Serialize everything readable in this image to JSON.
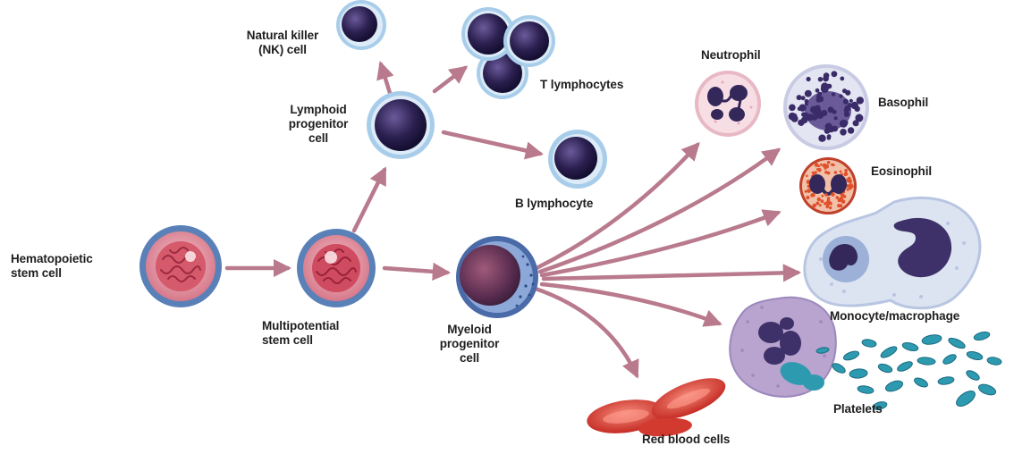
{
  "labels": {
    "hematopoietic": [
      "Hematopoietic",
      "stem cell"
    ],
    "multipotential": [
      "Multipotential",
      "stem cell"
    ],
    "myeloid": [
      "Myeloid",
      "progenitor",
      "cell"
    ],
    "lymphoid": [
      "Lymphoid",
      "progenitor",
      "cell"
    ],
    "nk": [
      "Natural killer",
      "(NK) cell"
    ],
    "t_lymphocytes": "T lymphocytes",
    "b_lymphocyte": "B lymphocyte",
    "neutrophil": "Neutrophil",
    "basophil": "Basophil",
    "eosinophil": "Eosinophil",
    "monocyte": "Monocyte/macrophage",
    "platelets": "Platelets",
    "rbc": "Red blood cells"
  },
  "colors": {
    "arrow": "#b87a8c",
    "stem_membrane": "#5a80b8",
    "stem_cytoplasm": "#e9a3ad",
    "stem_nucleus": "#c5465a",
    "lymph_membrane": "#8cbbe0",
    "lymph_nucleus": "#2b2050",
    "neutrophil_cyto": "#f5d6de",
    "basophil_granule": "#3a2c68",
    "eosinophil_granule": "#e0502a",
    "macrophage_cyto": "#dce4f2",
    "monocyte_cyto": "#b8a4cf",
    "platelet": "#2e9ab0",
    "rbc": "#e0453a"
  }
}
